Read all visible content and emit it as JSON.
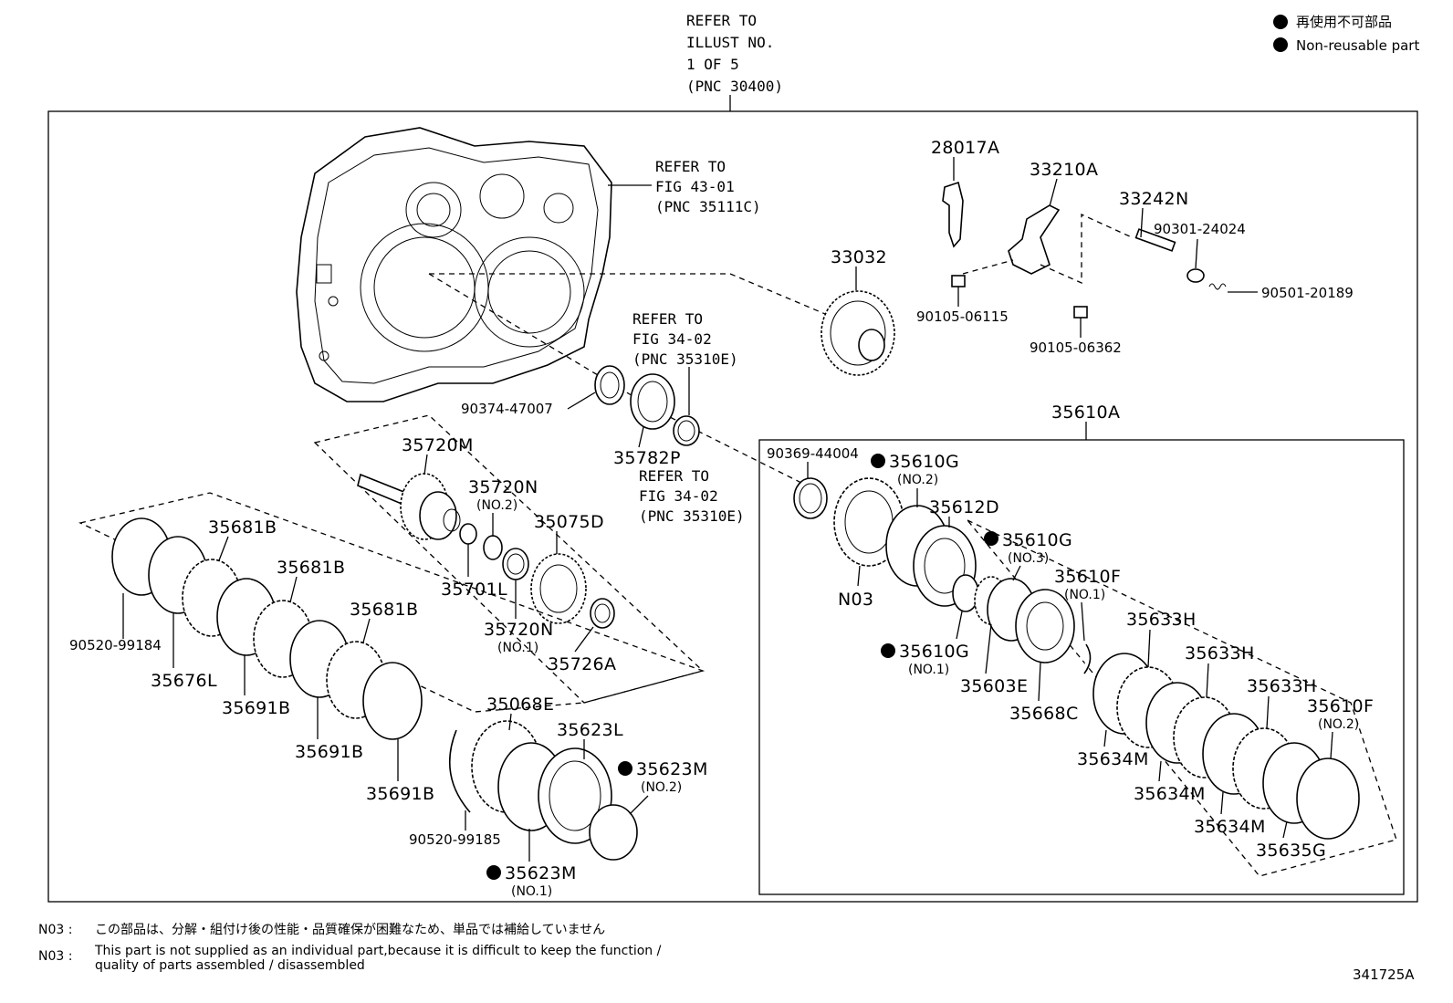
{
  "header": {
    "refer_lines": [
      "REFER TO",
      "ILLUST NO.",
      "1 OF 5",
      "(PNC 30400)"
    ]
  },
  "legend": {
    "line1": "再使用不可部品",
    "line2": "Non-reusable part"
  },
  "refs": {
    "fig4301": [
      "REFER TO",
      "FIG 43-01",
      "(PNC 35111C)"
    ],
    "fig3402a": [
      "REFER TO",
      "FIG 34-02",
      "(PNC 35310E)"
    ],
    "fig3402b": [
      "REFER TO",
      "FIG 34-02",
      "(PNC 35310E)"
    ]
  },
  "parts": {
    "p28017A": "28017A",
    "p33210A": "33210A",
    "p33242N": "33242N",
    "p90301": "90301-24024",
    "p90501": "90501-20189",
    "p90105a": "90105-06115",
    "p90105b": "90105-06362",
    "p33032": "33032",
    "p90374": "90374-47007",
    "p35782P": "35782P",
    "p35720M": "35720M",
    "p35720N2": "35720N",
    "p35720N2sub": "(NO.2)",
    "p35075D": "35075D",
    "p35701L": "35701L",
    "p35720N1": "35720N",
    "p35720N1sub": "(NO.1)",
    "p35726A": "35726A",
    "p35610A": "35610A",
    "p90369": "90369-44004",
    "p35610G2": "35610G",
    "p35610G2sub": "(NO.2)",
    "p35612D": "35612D",
    "p35610G3": "35610G",
    "p35610G3sub": "(NO.3)",
    "p35610F1": "35610F",
    "p35610F1sub": "(NO.1)",
    "pN03": "N03",
    "p35610G1": "35610G",
    "p35610G1sub": "(NO.1)",
    "p35603E": "35603E",
    "p35668C": "35668C",
    "p35633Ha": "35633H",
    "p35633Hb": "35633H",
    "p35633Hc": "35633H",
    "p35610F2": "35610F",
    "p35610F2sub": "(NO.2)",
    "p35634Ma": "35634M",
    "p35634Mb": "35634M",
    "p35634Mc": "35634M",
    "p35635G": "35635G",
    "p35681Ba": "35681B",
    "p35681Bb": "35681B",
    "p35681Bc": "35681B",
    "p90520a": "90520-99184",
    "p35676L": "35676L",
    "p35691Ba": "35691B",
    "p35691Bb": "35691B",
    "p35691Bc": "35691B",
    "p35068E": "35068E",
    "p35623L": "35623L",
    "p35623M2": "35623M",
    "p35623M2sub": "(NO.2)",
    "p90520b": "90520-99185",
    "p35623M1": "35623M",
    "p35623M1sub": "(NO.1)"
  },
  "notes": {
    "n1_code": "N03 :",
    "n1_text": "この部品は、分解・組付け後の性能・品質確保が困難なため、単品では補給していません",
    "n2_code": "N03 :",
    "n2_line1": "This part is not supplied as an individual part,because it is difficult to keep the function /",
    "n2_line2": "quality of parts assembled / disassembled"
  },
  "figure_id": "341725A"
}
